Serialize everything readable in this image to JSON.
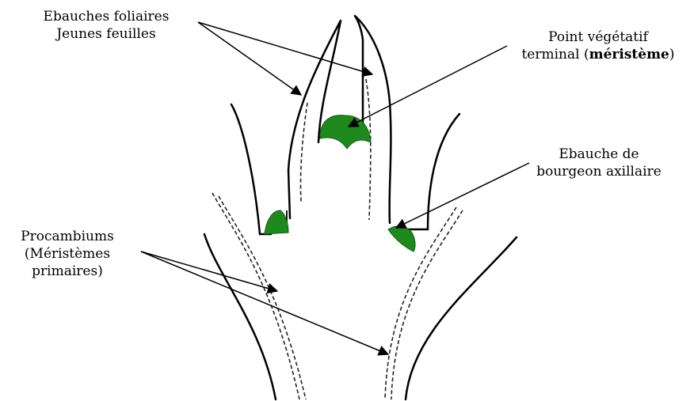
{
  "colors": {
    "meristem_fill": "#1e8a1e",
    "outline": "#000000",
    "background": "#ffffff"
  },
  "labels": {
    "leaf_primordia": {
      "line1": "Ebauches foliaires",
      "line2": "Jeunes feuilles"
    },
    "apical_meristem": {
      "line1": "Point végétatif",
      "line2_prefix": "terminal (",
      "line2_bold": "méristème",
      "line2_suffix": ")"
    },
    "axillary_bud": {
      "line1": "Ebauche de",
      "line2": "bourgeon axillaire"
    },
    "procambium": {
      "line1": "Procambiums",
      "line2": "(Méristèmes",
      "line3": "primaires)"
    }
  }
}
